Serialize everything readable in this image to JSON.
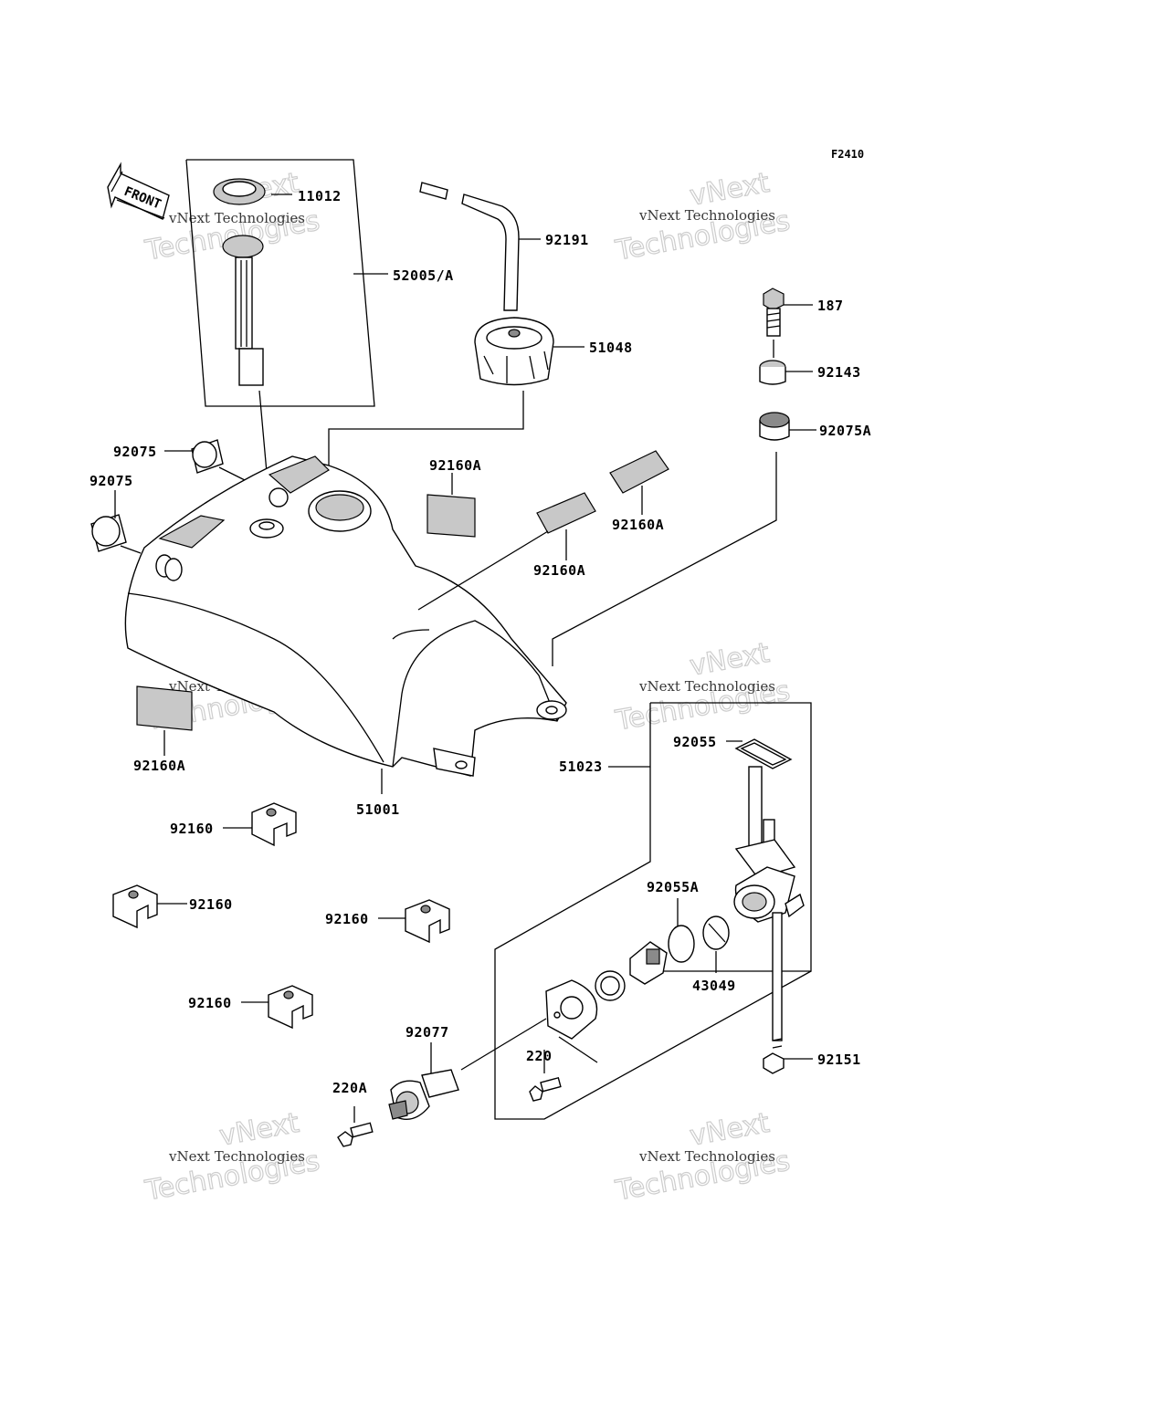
{
  "figure_code": "F2410",
  "front_label": "FRONT",
  "watermark": {
    "line1": "vNext Technologies",
    "line2": "vNext",
    "line3": "Technologies"
  },
  "parts": {
    "p11012": "11012",
    "p52005A": "52005/A",
    "p92191": "92191",
    "p51048": "51048",
    "p187": "187",
    "p92143": "92143",
    "p92075A": "92075A",
    "p92075_a": "92075",
    "p92075_b": "92075",
    "p92160A_a": "92160A",
    "p92160A_b": "92160A",
    "p92160A_c": "92160A",
    "p92160A_d": "92160A",
    "p51001": "51001",
    "p92055": "92055",
    "p51023": "51023",
    "p92160_a": "92160",
    "p92160_b": "92160",
    "p92160_c": "92160",
    "p92160_d": "92160",
    "p92055A": "92055A",
    "p43049": "43049",
    "p92077": "92077",
    "p220": "220",
    "p220A": "220A",
    "p92151": "92151"
  }
}
